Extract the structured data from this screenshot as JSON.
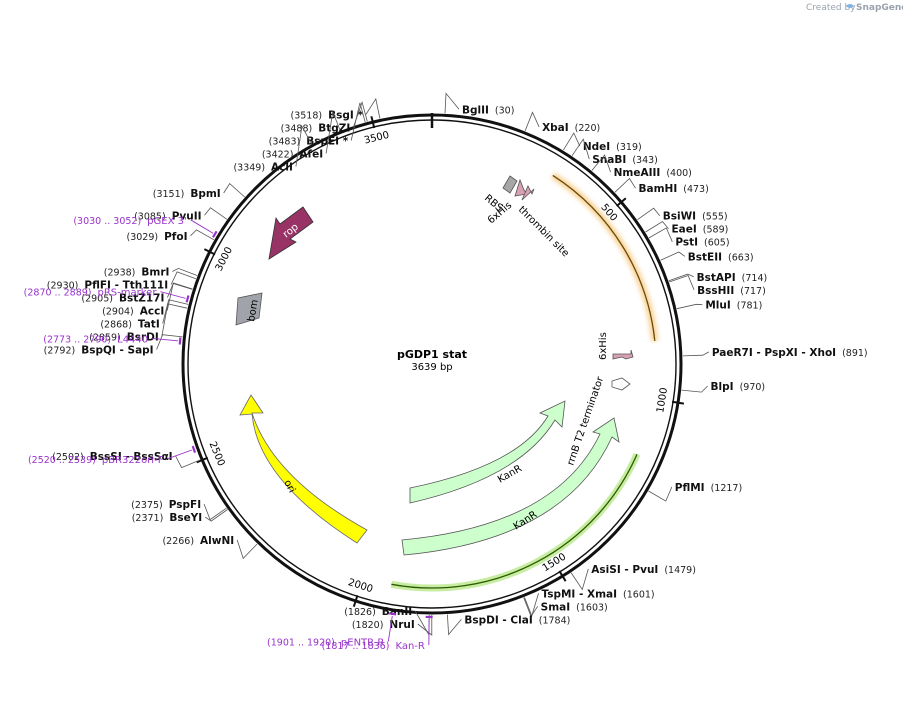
{
  "credit": {
    "prefix": "Created by",
    "brand": "SnapGene"
  },
  "plasmid": {
    "name": "pGDP1 stat",
    "size_label": "3639 bp",
    "length": 3639
  },
  "ticks": [
    {
      "pos": 500,
      "label": "500"
    },
    {
      "pos": 1000,
      "label": "1000"
    },
    {
      "pos": 1500,
      "label": "1500"
    },
    {
      "pos": 2000,
      "label": "2000"
    },
    {
      "pos": 2500,
      "label": "2500"
    },
    {
      "pos": 3000,
      "label": "3000"
    },
    {
      "pos": 3500,
      "label": "3500"
    }
  ],
  "sites": [
    {
      "name": "BglII",
      "pos": "(30)",
      "at": 30
    },
    {
      "name": "XbaI",
      "pos": "(220)",
      "at": 220
    },
    {
      "name": "NdeI",
      "pos": "(319)",
      "at": 319
    },
    {
      "name": "SnaBI",
      "pos": "(343)",
      "at": 343
    },
    {
      "name": "NmeAIII",
      "pos": "(400)",
      "at": 400
    },
    {
      "name": "BamHI",
      "pos": "(473)",
      "at": 473
    },
    {
      "name": "BsiWI",
      "pos": "(555)",
      "at": 555
    },
    {
      "name": "EaeI",
      "pos": "(589)",
      "at": 589
    },
    {
      "name": "PstI",
      "pos": "(605)",
      "at": 605
    },
    {
      "name": "BstEII",
      "pos": "(663)",
      "at": 663
    },
    {
      "name": "BstAPI",
      "pos": "(714)",
      "at": 714
    },
    {
      "name": "BssHII",
      "pos": "(717)",
      "at": 717
    },
    {
      "name": "MluI",
      "pos": "(781)",
      "at": 781
    },
    {
      "name": "PaeR7I - PspXI - XhoI",
      "pos": "(891)",
      "at": 891
    },
    {
      "name": "BlpI",
      "pos": "(970)",
      "at": 970
    },
    {
      "name": "PflMI",
      "pos": "(1217)",
      "at": 1217
    },
    {
      "name": "AsiSI - PvuI",
      "pos": "(1479)",
      "at": 1479
    },
    {
      "name": "TspMI - XmaI",
      "pos": "(1601)",
      "at": 1601
    },
    {
      "name": "SmaI",
      "pos": "(1603)",
      "at": 1603
    },
    {
      "name": "BspDI - ClaI",
      "pos": "(1784)",
      "at": 1784
    },
    {
      "name": "NruI",
      "pos": "(1820)",
      "at": 1820
    },
    {
      "name": "BanII",
      "pos": "(1826)",
      "at": 1826
    },
    {
      "name": "AlwNI",
      "pos": "(2266)",
      "at": 2266
    },
    {
      "name": "BseYI",
      "pos": "(2371)",
      "at": 2371
    },
    {
      "name": "PspFI",
      "pos": "(2375)",
      "at": 2375
    },
    {
      "name": "BssSI - BssSαI",
      "pos": "(2502)",
      "at": 2502
    },
    {
      "name": "BspQI - SapI",
      "pos": "(2792)",
      "at": 2792
    },
    {
      "name": "BsrDI",
      "pos": "(2859)",
      "at": 2859
    },
    {
      "name": "TatI",
      "pos": "(2868)",
      "at": 2868
    },
    {
      "name": "AccI",
      "pos": "(2904)",
      "at": 2904
    },
    {
      "name": "BstZ17I",
      "pos": "(2905)",
      "at": 2905
    },
    {
      "name": "PflFI - Tth111I",
      "pos": "(2930)",
      "at": 2930
    },
    {
      "name": "BmrI",
      "pos": "(2938)",
      "at": 2938
    },
    {
      "name": "PfoI",
      "pos": "(3029)",
      "at": 3029
    },
    {
      "name": "PvuII",
      "pos": "(3085)",
      "at": 3085
    },
    {
      "name": "BpmI",
      "pos": "(3151)",
      "at": 3151
    },
    {
      "name": "AclI",
      "pos": "(3349)",
      "at": 3349
    },
    {
      "name": "AfeI",
      "pos": "(3422)",
      "at": 3422
    },
    {
      "name": "BspEI *",
      "pos": "(3483)",
      "at": 3483
    },
    {
      "name": "BtgZI",
      "pos": "(3488)",
      "at": 3488
    },
    {
      "name": "BsgI *",
      "pos": "(3518)",
      "at": 3518
    }
  ],
  "primers": [
    {
      "name": "pGEX 3'",
      "range": "(3030 .. 3052)",
      "at": 3041
    },
    {
      "name": "pRS-marker",
      "range": "(2870 .. 2889)",
      "at": 2880
    },
    {
      "name": "L4440",
      "range": "(2773 .. 2790)",
      "at": 2782
    },
    {
      "name": "pBR322ori-F",
      "range": "(2520 .. 2539)",
      "at": 2530
    },
    {
      "name": "pENTR-R",
      "range": "(1901 .. 1920)",
      "at": 1910
    },
    {
      "name": "Kan-R",
      "range": "(1817 .. 1836)",
      "at": 1826
    }
  ],
  "features": {
    "rop": "rop",
    "bom": "bom",
    "ori": "ori",
    "kanr1": "KanR",
    "kanr2": "KanR",
    "rbs": "RBS",
    "sixhis_top": "6xHis",
    "thrombin": "thrombin site",
    "sixhis_right": "6xHis",
    "rrnb": "rrnB T2 terminator"
  },
  "colors": {
    "rop": "#993366",
    "bom": "#a0a4aa",
    "ori": "#ffff00",
    "kanr": "#ccffcc",
    "orf_orange": "#f0a020",
    "orf_green": "#2e8b00",
    "primer": "#9933cc",
    "rbs": "#a6a6a6",
    "thrombin": "#d8a0b4"
  }
}
